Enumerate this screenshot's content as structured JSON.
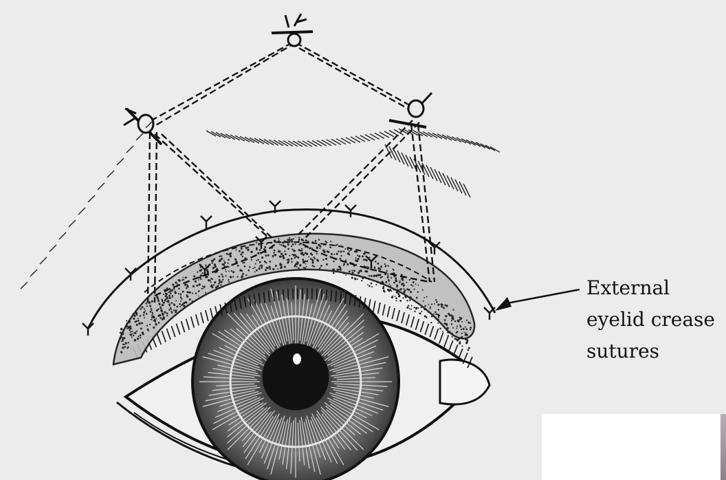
{
  "figure": {
    "label_lines": [
      "External",
      "eyelid crease",
      "sutures"
    ],
    "colors": {
      "background": "#ececec",
      "ink": "#111111"
    }
  }
}
